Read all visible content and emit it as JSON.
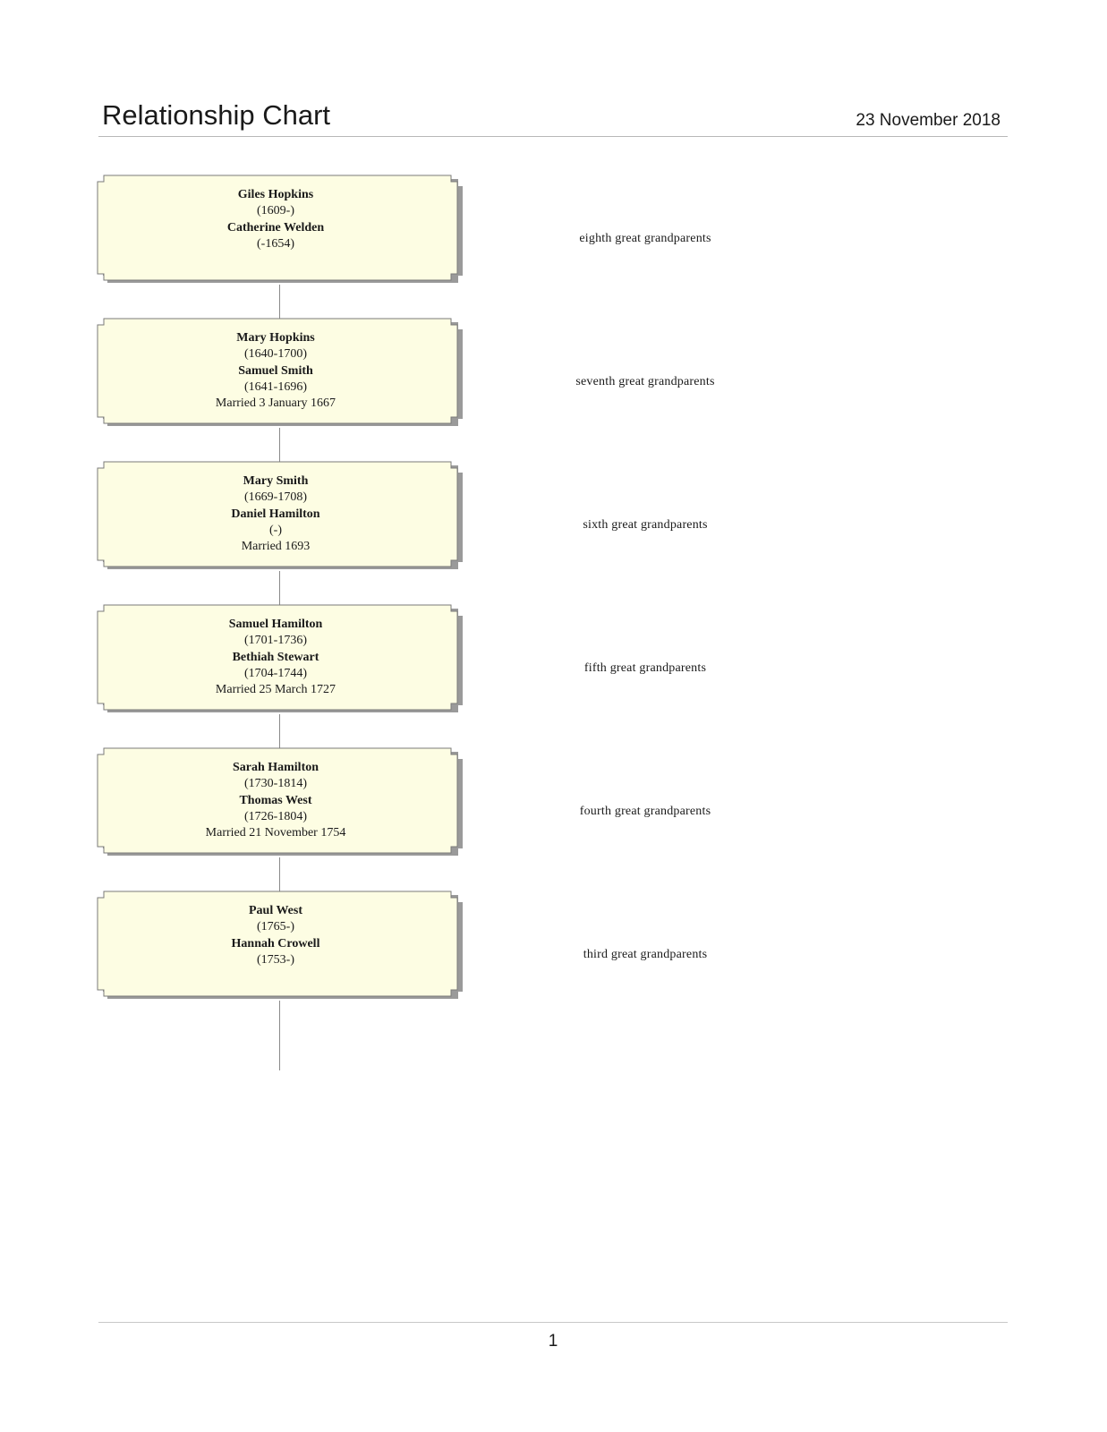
{
  "header": {
    "title": "Relationship Chart",
    "date": "23 November 2018"
  },
  "generations": [
    {
      "person1": {
        "name": "Giles Hopkins",
        "dates": "(1609-)"
      },
      "person2": {
        "name": "Catherine Welden",
        "dates": "(-1654)"
      },
      "marriage": "",
      "relationship": "eighth great grandparents"
    },
    {
      "person1": {
        "name": "Mary Hopkins",
        "dates": "(1640-1700)"
      },
      "person2": {
        "name": "Samuel Smith",
        "dates": "(1641-1696)"
      },
      "marriage": "Married 3 January 1667",
      "relationship": "seventh great grandparents"
    },
    {
      "person1": {
        "name": "Mary Smith",
        "dates": "(1669-1708)"
      },
      "person2": {
        "name": "Daniel Hamilton",
        "dates": "(-)"
      },
      "marriage": "Married 1693",
      "relationship": "sixth great grandparents"
    },
    {
      "person1": {
        "name": "Samuel Hamilton",
        "dates": "(1701-1736)"
      },
      "person2": {
        "name": "Bethiah Stewart",
        "dates": "(1704-1744)"
      },
      "marriage": "Married 25 March 1727",
      "relationship": "fifth great grandparents"
    },
    {
      "person1": {
        "name": "Sarah Hamilton",
        "dates": "(1730-1814)"
      },
      "person2": {
        "name": "Thomas West",
        "dates": "(1726-1804)"
      },
      "marriage": "Married 21 November 1754",
      "relationship": "fourth great grandparents"
    },
    {
      "person1": {
        "name": "Paul West",
        "dates": "(1765-)"
      },
      "person2": {
        "name": "Hannah Crowell",
        "dates": "(1753-)"
      },
      "marriage": "",
      "relationship": "third great grandparents"
    }
  ],
  "footer": {
    "page_number": "1"
  },
  "colors": {
    "box_fill": "#fdfde3",
    "box_border": "#7a7a7a",
    "box_shadow": "#9a9a9a",
    "connector": "#8a8a8a"
  }
}
